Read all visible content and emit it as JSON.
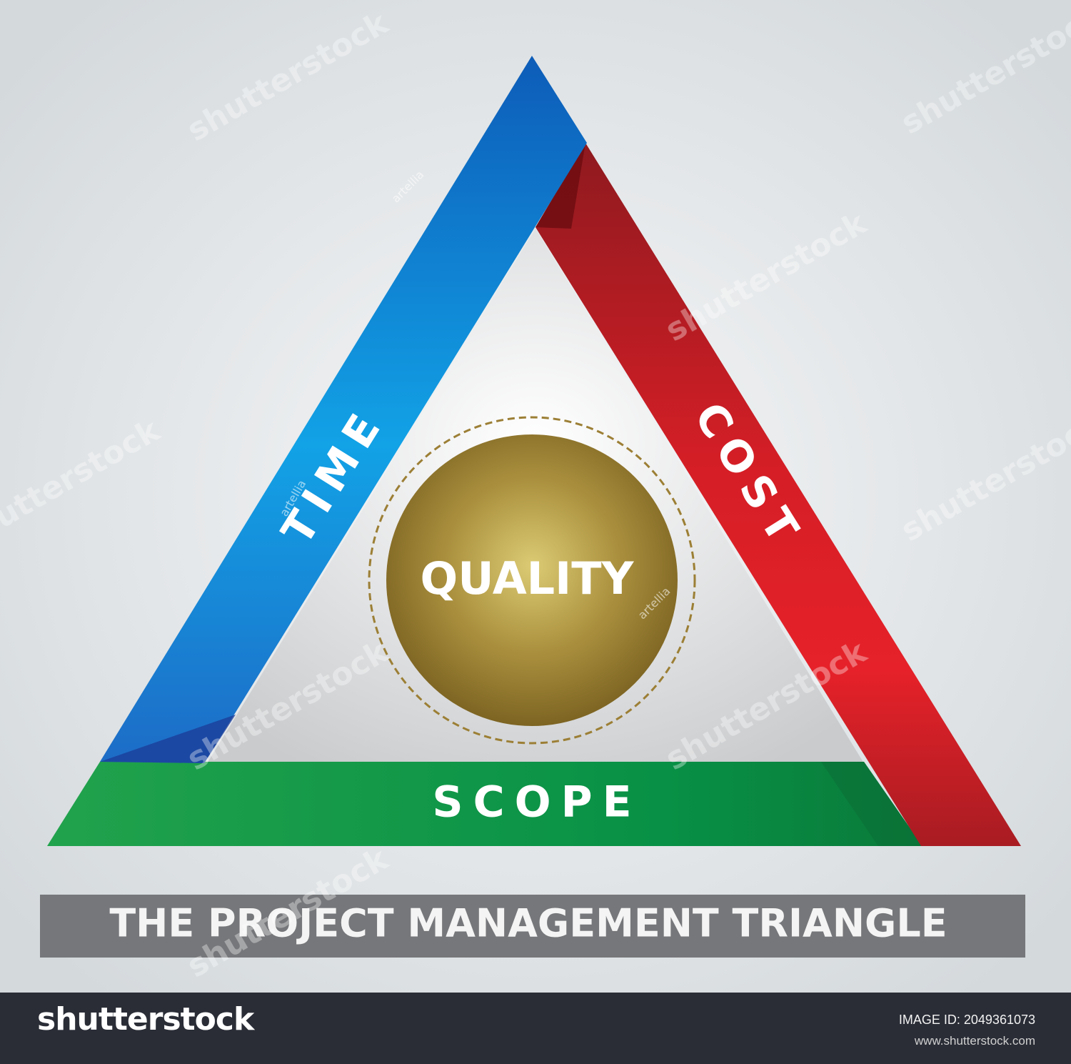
{
  "diagram": {
    "sides": {
      "time": {
        "label": "TIME",
        "color": "#0a7fd0"
      },
      "cost": {
        "label": "COST",
        "color": "#d81f28"
      },
      "scope": {
        "label": "SCOPE",
        "color": "#0f9a48"
      }
    },
    "center": {
      "label": "QUALITY",
      "color": "#a88c3a"
    },
    "title": "THE PROJECT MANAGEMENT TRIANGLE"
  },
  "watermark": {
    "brand": "shutterstock",
    "contributor": "artellia"
  },
  "footer": {
    "logo": "shutterstock",
    "image_id": "IMAGE ID: 2049361073",
    "url": "www.shutterstock.com"
  },
  "colors": {
    "background": "#e4e7e9",
    "title_bar": "#76777a",
    "footer_bar": "#2a2d36"
  }
}
